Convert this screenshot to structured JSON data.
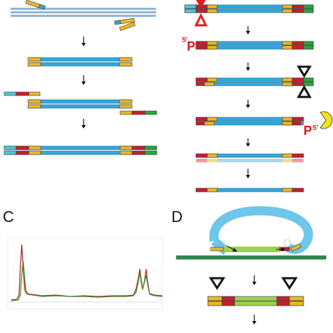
{
  "panels": {
    "c": {
      "letter": "C"
    },
    "d": {
      "letter": "D"
    }
  },
  "labels": {
    "phosphate_b_top": "5'",
    "phosphate_b_top_p": "P",
    "phosphate_b_bottom": "5'",
    "phosphate_b_bottom_p": "P"
  },
  "colors": {
    "strand_blue": "#35a7d9",
    "strand_blue_dark": "#1b6f99",
    "adapter_yellow": "#e8b82a",
    "index_red": "#c6202b",
    "p5_green": "#29a83a",
    "p7_cyan": "#4fc7d8",
    "faded_blue": "#a9d6ee",
    "faded_yellow": "#f4dc8c",
    "faded_red": "#ee9aa0",
    "trace_red": "#b52a2a",
    "trace_green": "#3f8f2c",
    "exo_yellow": "#f2e21a",
    "enzyme_red": "#e21c1c",
    "lime": "#9bd34c",
    "genome_green": "#2b8a4f"
  },
  "icons": {
    "cleave_red": "hourglass-red-icon",
    "cleave_black": "hourglass-black-icon",
    "exonuclease": "pacman-exonuclease-icon",
    "arrow": "down-arrow-icon"
  }
}
